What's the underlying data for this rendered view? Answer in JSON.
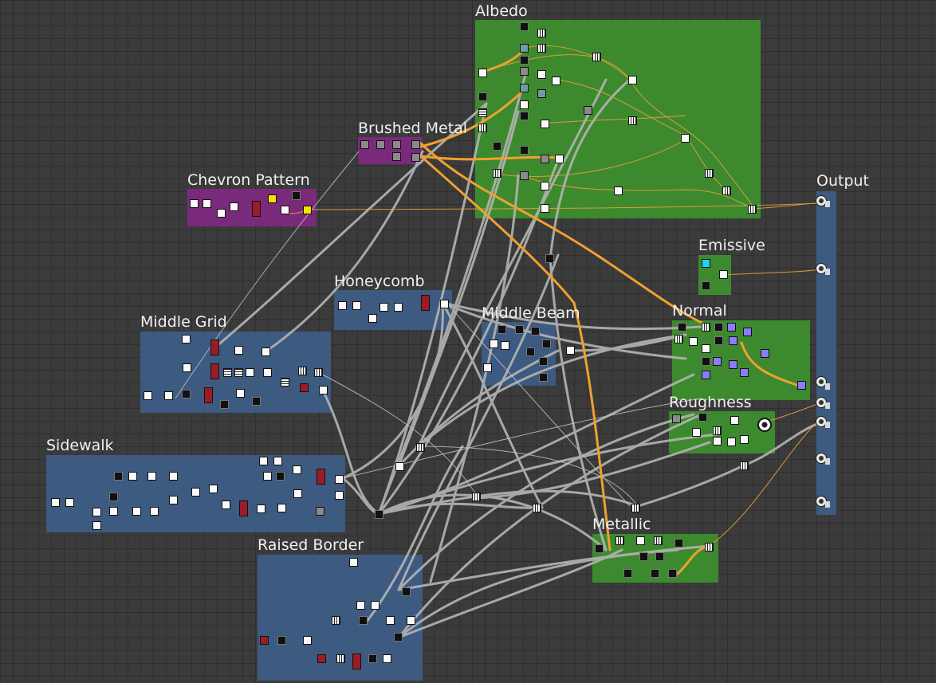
{
  "frames": {
    "albedo": "Albedo",
    "brushed_metal": "Brushed Metal",
    "chevron_pattern": "Chevron Pattern",
    "honeycomb": "Honeycomb",
    "middle_grid": "Middle Grid",
    "middle_beam": "Middle Beam",
    "sidewalk": "Sidewalk",
    "raised_border": "Raised Border",
    "emissive": "Emissive",
    "normal": "Normal",
    "roughness": "Roughness",
    "metallic": "Metallic",
    "output": "Output"
  },
  "colors": {
    "background": "#3b3b3b",
    "frame_blue": "#3d5a80",
    "frame_green": "#3d8a2e",
    "frame_purple": "#7a2a7a",
    "wire_gray": "#b4b4b4",
    "wire_orange": "#f0a030"
  },
  "icons": [
    "node-thumbnail-icon",
    "output-socket-icon"
  ]
}
